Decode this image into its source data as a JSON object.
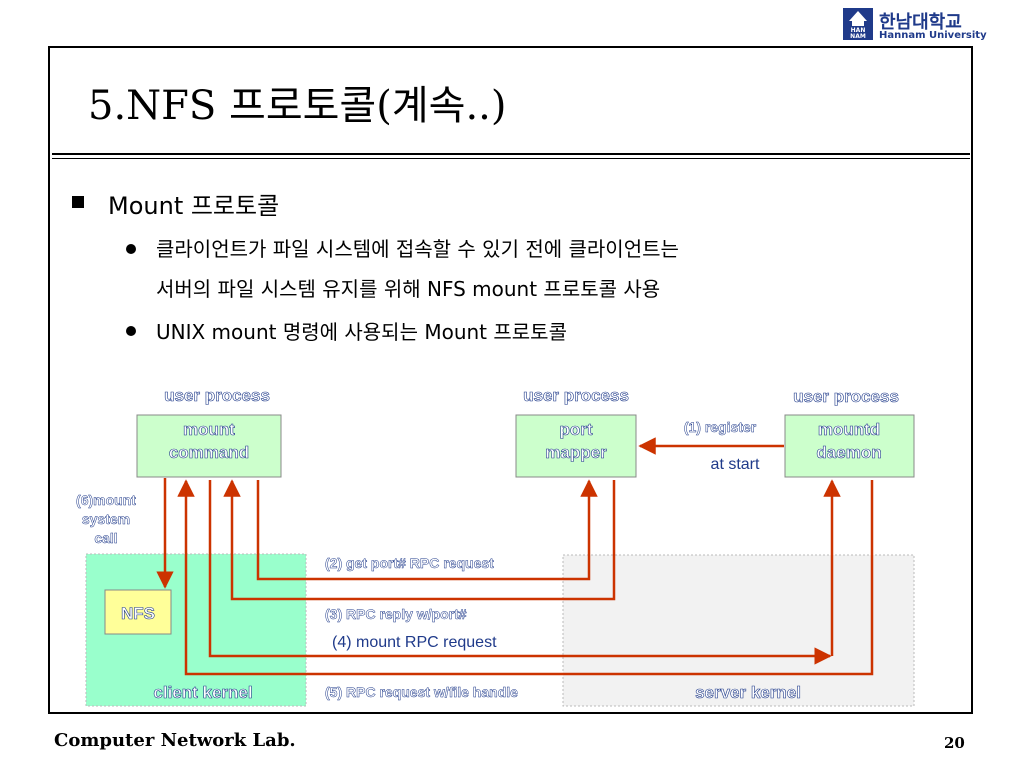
{
  "logo": {
    "korean": "한남대학교",
    "english": "Hannam University",
    "mark_text": "HAN NAM"
  },
  "title": "5.NFS 프로토콜(계속..)",
  "bullets": {
    "level1": "Mount 프로토콜",
    "sub1_line1": "클라이언트가 파일 시스템에 접속할 수 있기 전에 클라이언트는",
    "sub1_line2": "서버의 파일 시스템 유지를 위해 NFS mount 프로토콜 사용",
    "sub2": "UNIX mount 명령에 사용되는 Mount 프로토콜"
  },
  "diagram": {
    "user_process_1": "user  process",
    "user_process_2": "user  process",
    "user_process_3": "user  process",
    "mount_cmd_1": "mount",
    "mount_cmd_2": "command",
    "port_1": "port",
    "port_2": "mapper",
    "mountd_1": "mountd",
    "mountd_2": "daemon",
    "nfs": "NFS",
    "client_kernel": "client kernel",
    "server_kernel": "server kernel",
    "syscall_1": "(6)mount",
    "syscall_2": "system",
    "syscall_3": "call",
    "msg_register": "(1) register",
    "msg_at_start": "at start",
    "msg_2": "(2) get port# RPC request",
    "msg_3": "(3) RPC reply w/port#",
    "msg_4": "(4) mount RPC request",
    "msg_5": "(5) RPC request w/file handle"
  },
  "colors": {
    "box_green": "#ccffcc",
    "client_kernel": "#99ffcc",
    "server_kernel": "#f2f2f2",
    "nfs_box": "#ffff99",
    "arrow": "#cc3300",
    "label_blue": "#1f3a8a",
    "box_text": "#ffffff"
  },
  "footer": {
    "lab": "Computer Network Lab.",
    "page": "20"
  }
}
